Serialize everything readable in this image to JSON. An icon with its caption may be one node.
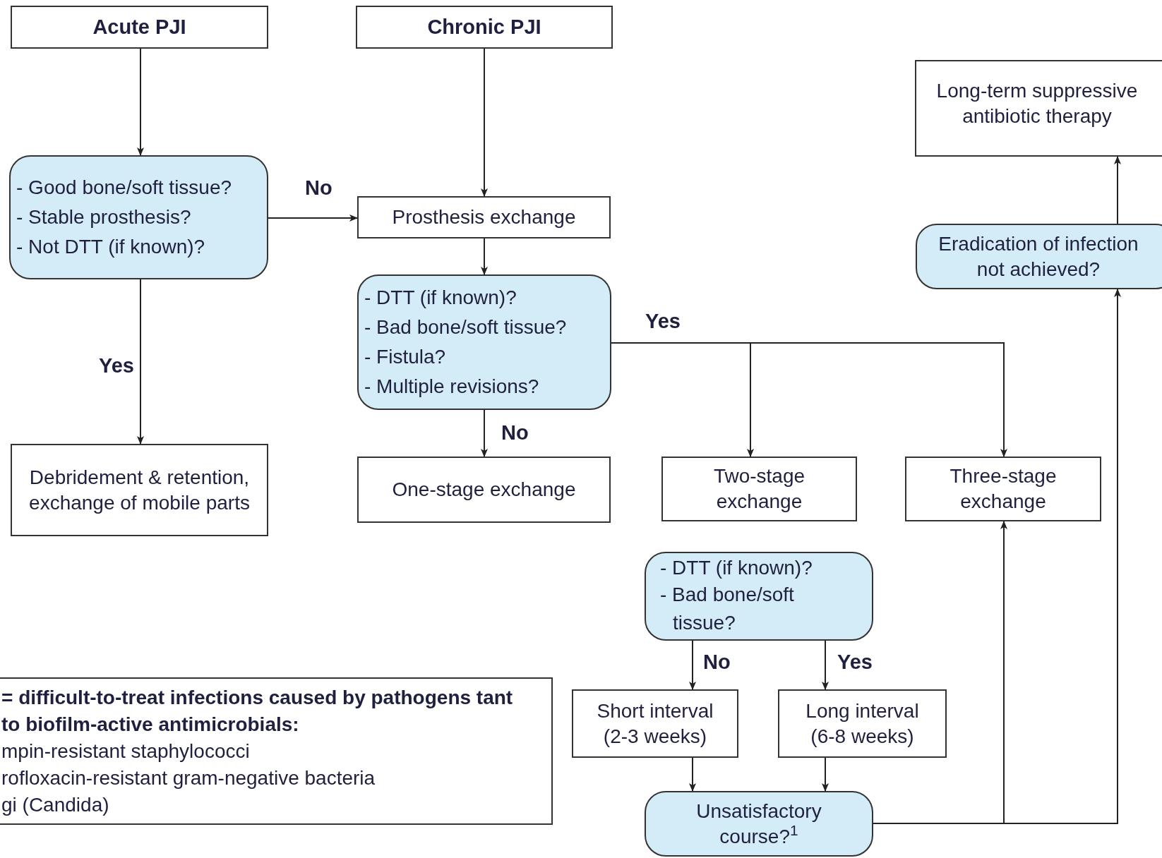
{
  "diagram": {
    "nodes": [
      {
        "text": [
          "Acute PJI"
        ]
      },
      {
        "text": [
          "Chronic PJI"
        ]
      },
      {
        "text": [
          "Long-term suppressive antibiotic therapy"
        ]
      },
      {
        "text": [
          "- Good bone/soft tissue?",
          "- Stable prosthesis?",
          "- Not DTT (if known)?"
        ]
      },
      {
        "text": [
          "Prosthesis exchange"
        ]
      },
      {
        "text": [
          "Eradication of infection not achieved?"
        ]
      },
      {
        "text": [
          "- DTT (if known)?",
          "- Bad bone/soft tissue?",
          "- Fistula?",
          "- Multiple revisions?"
        ]
      },
      {
        "text": [
          "Debridement & retention, exchange of mobile parts"
        ]
      },
      {
        "text": [
          "One-stage exchange"
        ]
      },
      {
        "text": [
          "Two-stage exchange"
        ]
      },
      {
        "text": [
          "Three-stage exchange"
        ]
      },
      {
        "text": [
          "- DTT (if known)?",
          "- Bad bone/soft tissue?"
        ]
      },
      {
        "text": [
          "= difficult-to-treat infections caused by pathogens tant to biofilm-active antimicrobials:",
          "mpin-resistant staphylococci",
          "rofloxacin-resistant gram-negative bacteria",
          "gi (Candida)"
        ]
      },
      {
        "text": [
          "Short interval (2-3 weeks)"
        ]
      },
      {
        "text": [
          "Long interval (6-8 weeks)"
        ]
      },
      {
        "text": [
          "Unsatisfactory course?$^{1}$"
        ]
      }
    ],
    "edges": [
      {
        "from": 0,
        "to": 3,
        "arrow": "to"
      },
      {
        "from": 1,
        "to": 4,
        "arrow": "to"
      },
      {
        "from": 3,
        "to": 4,
        "arrow": "to",
        "label": "No"
      },
      {
        "from": 3,
        "to": 7,
        "arrow": "to",
        "label": "Yes"
      },
      {
        "from": 4,
        "to": 6,
        "arrow": "to"
      },
      {
        "from": 6,
        "to": 8,
        "arrow": "to",
        "label": "No"
      },
      {
        "from": 6,
        "to": 9,
        "arrow": "to",
        "label": "Yes"
      },
      {
        "from": 6,
        "to": 10,
        "arrow": "to"
      },
      {
        "from": 11,
        "to": 13,
        "arrow": "to",
        "label": "No"
      },
      {
        "from": 11,
        "to": 14,
        "arrow": "to",
        "label": "Yes"
      },
      {
        "from": 13,
        "to": 15,
        "arrow": "to"
      },
      {
        "from": 14,
        "to": 15,
        "arrow": "to"
      },
      {
        "from": 15,
        "to": 10,
        "arrow": "to"
      },
      {
        "from": 15,
        "to": 5,
        "arrow": "to"
      },
      {
        "from": 5,
        "to": 2,
        "arrow": "to"
      }
    ]
  }
}
